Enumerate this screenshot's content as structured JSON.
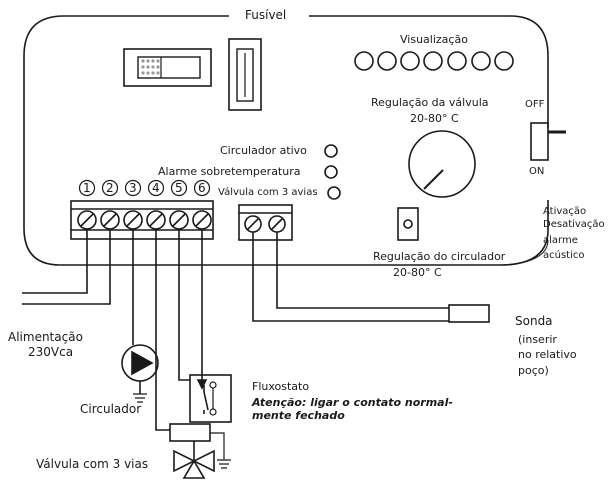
{
  "labels": {
    "fuse": "Fusível",
    "display": "Visualização",
    "valve_reg_title": "Regulação da válvula",
    "valve_reg_range": "20-80° C",
    "pump_active": "Circulador ativo",
    "overheat_alarm": "Alarme sobretemperatura",
    "valve_3way_led": "Válvula com 3 avias",
    "circ_reg_title": "Regulação do circulador",
    "circ_reg_range": "20-80° C",
    "switch_off": "OFF",
    "switch_on": "ON",
    "alarm_toggle": [
      "Ativação",
      "Desativação",
      "alarme",
      "acústico"
    ],
    "power_supply": [
      "Alimentação",
      "230Vca"
    ],
    "probe": "Sonda",
    "probe_note": [
      "(inserir",
      "no relativo",
      "poço)"
    ],
    "circulator": "Circulador",
    "flow_switch": "Fluxostato",
    "warning": [
      "Atenção: ligar o contato normal-",
      "mente fechado"
    ],
    "valve_3way": "Válvula com 3 vias"
  },
  "terminals": [
    "1",
    "2",
    "3",
    "4",
    "5",
    "6"
  ],
  "colors": {
    "line": "#1a1a1a",
    "background": "#ffffff",
    "display_dots": "#999999"
  }
}
